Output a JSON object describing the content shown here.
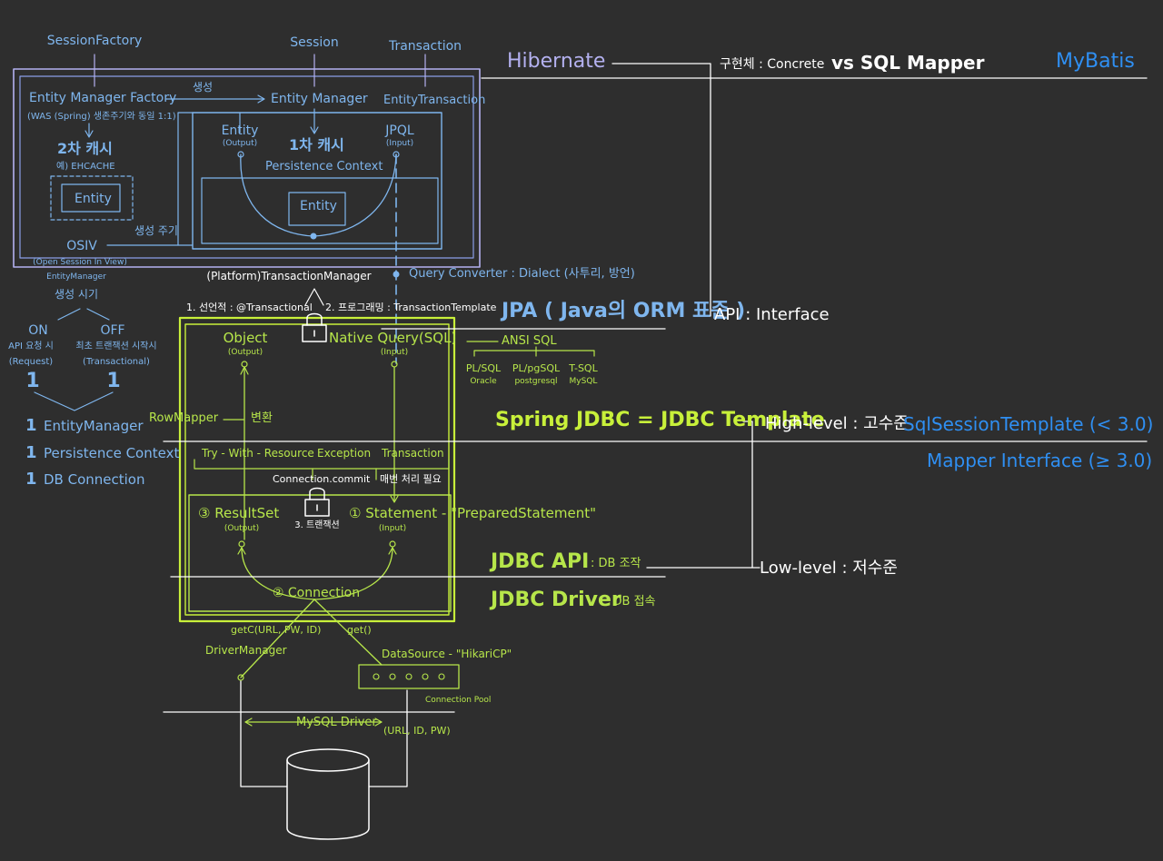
{
  "top": {
    "session_factory": "SessionFactory",
    "session": "Session",
    "transaction": "Transaction",
    "hibernate": "Hibernate",
    "concrete": "구현체 : Concrete",
    "vs": "vs SQL Mapper",
    "mybatis": "MyBatis"
  },
  "jpa_box": {
    "emf": "Entity Manager Factory",
    "emf_note": "(WAS (Spring) 생존주기와 동일 1:1)",
    "create": "생성",
    "em": "Entity Manager",
    "et": "EntityTransaction",
    "l2_cache": "2차 캐시",
    "ehcache": "예) EHCACHE",
    "entity_cache": "Entity",
    "entity": "Entity",
    "entity_output": "(Output)",
    "l1_cache": "1차 캐시",
    "persistence_context": "Persistence Context",
    "jpql": "JPQL",
    "jpql_input": "(Input)",
    "entity_inner": "Entity",
    "lifecycle": "생성 주기",
    "osiv": "OSIV",
    "osiv_note": "(Open Session In View)",
    "osiv_em": "EntityManager",
    "osiv_created": "생성 시기",
    "on": "ON",
    "on_note": "API 요청 시",
    "on_request": "(Request)",
    "off": "OFF",
    "off_note": "최초 트랜잭션 시작시",
    "off_tx": "(Transactional)",
    "one_a": "1",
    "one_b": "1",
    "list_1": "EntityManager",
    "list_2": "Persistence Context",
    "list_3": "DB Connection",
    "list_num": "1"
  },
  "tx": {
    "manager": "(Platform)TransactionManager",
    "declarative": "1. 선언적 : @Transactional",
    "programmatic": "2. 프로그래밍 : TransactionTemplate",
    "query_converter": "Query Converter : Dialect (사투리, 방언)"
  },
  "jpa_row": {
    "jpa": "JPA ( Java의 ORM 표준 )",
    "api": "API : Interface"
  },
  "spring_jdbc": {
    "object": "Object",
    "object_output": "(Output)",
    "native": "Native Query(SQL)",
    "native_input": "(Input)",
    "ansi": "ANSI SQL",
    "plsql": "PL/SQL",
    "oracle": "Oracle",
    "plpgsql": "PL/pgSQL",
    "postgresql": "postgresql",
    "tsql": "T-SQL",
    "mysql": "MySQL",
    "rowmapper": "RowMapper",
    "convert": "변환",
    "twr": "Try - With - Resource",
    "exception": "Exception",
    "transaction": "Transaction",
    "commit": "Connection.commit",
    "manual": "매번 처리 필요",
    "resultset": "③ ResultSet",
    "resultset_output": "(Output)",
    "tx3": "3. 트랜잭션",
    "statement": "① Statement - \"PreparedStatement\"",
    "statement_input": "(Input)",
    "connection": "② Connection",
    "title": "Spring JDBC = JDBC Template",
    "high": "High-level : 고수준",
    "sqlsession": "SqlSessionTemplate (< 3.0)",
    "mapper": "Mapper Interface (≥ 3.0)"
  },
  "jdbc": {
    "api": "JDBC API",
    "api_note": ": DB 조작",
    "low": "Low-level : 저수준",
    "driver": "JDBC Driver",
    "driver_note": ": DB 접속",
    "getc": "getC(URL, PW, ID)",
    "get": "get()",
    "driver_manager": "DriverManager",
    "datasource": "DataSource - \"HikariCP\"",
    "pool": "Connection Pool",
    "mysql_driver": "MySQL Driver",
    "url": "(URL, ID, PW)"
  },
  "colors": {
    "background": "#2e2e2e",
    "jpa": "#7fb6ee",
    "hibernate": "#b4b1f0",
    "spring": "#b7e64a",
    "mybatis": "#2f8ff2",
    "line": "#ffffff"
  }
}
